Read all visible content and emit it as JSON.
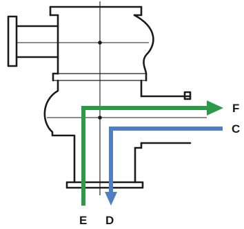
{
  "labels": {
    "f": "F",
    "c": "C",
    "e": "E",
    "d": "D"
  },
  "flows": {
    "green": {
      "color": "#2e9a48",
      "from": "E",
      "to": "F"
    },
    "blue": {
      "color": "#4f7fc2",
      "from": "C",
      "to": "D"
    }
  },
  "outline_color": "#1a1a1a"
}
